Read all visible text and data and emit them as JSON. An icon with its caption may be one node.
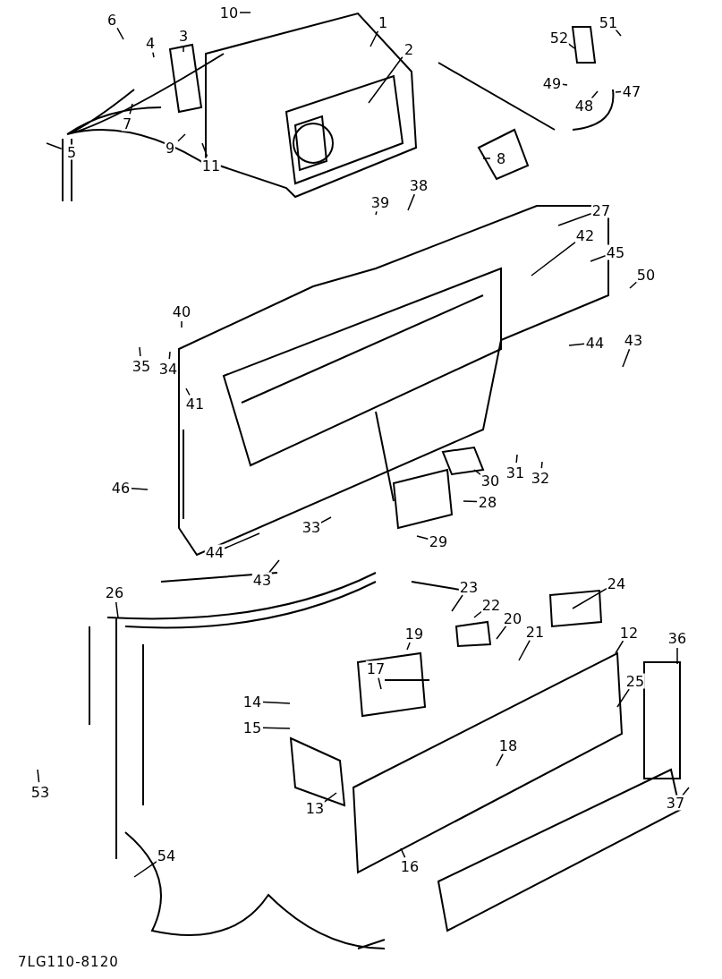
{
  "diagram": {
    "nodes": [
      {
        "text": [
          "10"
        ]
      },
      {
        "text": [
          "6"
        ]
      },
      {
        "text": [
          "51"
        ]
      },
      {
        "text": [
          "1"
        ]
      },
      {
        "text": [
          "3"
        ]
      },
      {
        "text": [
          "52"
        ]
      },
      {
        "text": [
          "4"
        ]
      },
      {
        "text": [
          "2"
        ]
      },
      {
        "text": [
          "49"
        ]
      },
      {
        "text": [
          "47"
        ]
      },
      {
        "text": [
          "48"
        ]
      },
      {
        "text": [
          "7"
        ]
      },
      {
        "text": [
          "5"
        ]
      },
      {
        "text": [
          "8"
        ]
      },
      {
        "text": [
          "9"
        ]
      },
      {
        "text": [
          "11"
        ]
      },
      {
        "text": [
          "38"
        ]
      },
      {
        "text": [
          "39"
        ]
      },
      {
        "text": [
          "27"
        ]
      },
      {
        "text": [
          "42"
        ]
      },
      {
        "text": [
          "45"
        ]
      },
      {
        "text": [
          "50"
        ]
      },
      {
        "text": [
          "40"
        ]
      },
      {
        "text": [
          "44"
        ]
      },
      {
        "text": [
          "43"
        ]
      },
      {
        "text": [
          "35"
        ]
      },
      {
        "text": [
          "34"
        ]
      },
      {
        "text": [
          "41"
        ]
      },
      {
        "text": [
          "31"
        ]
      },
      {
        "text": [
          "32"
        ]
      },
      {
        "text": [
          "30"
        ]
      },
      {
        "text": [
          "46"
        ]
      },
      {
        "text": [
          "28"
        ]
      },
      {
        "text": [
          "33"
        ]
      },
      {
        "text": [
          "29"
        ]
      },
      {
        "text": [
          "44"
        ]
      },
      {
        "text": [
          "43"
        ]
      },
      {
        "text": [
          "23"
        ]
      },
      {
        "text": [
          "26"
        ]
      },
      {
        "text": [
          "24"
        ]
      },
      {
        "text": [
          "22"
        ]
      },
      {
        "text": [
          "20"
        ]
      },
      {
        "text": [
          "21"
        ]
      },
      {
        "text": [
          "12"
        ]
      },
      {
        "text": [
          "36"
        ]
      },
      {
        "text": [
          "19"
        ]
      },
      {
        "text": [
          "17"
        ]
      },
      {
        "text": [
          "25"
        ]
      },
      {
        "text": [
          "14"
        ]
      },
      {
        "text": [
          "15"
        ]
      },
      {
        "text": [
          "18"
        ]
      },
      {
        "text": [
          "53"
        ]
      },
      {
        "text": [
          "37"
        ]
      },
      {
        "text": [
          "13"
        ]
      },
      {
        "text": [
          "54"
        ]
      },
      {
        "text": [
          "16"
        ]
      }
    ],
    "edges": [
      {
        "from": 0,
        "to": null,
        "arrow": "none"
      },
      {
        "from": 1,
        "to": null,
        "arrow": "none"
      },
      {
        "from": 2,
        "to": null,
        "arrow": "none"
      },
      {
        "from": 3,
        "to": null,
        "arrow": "none"
      },
      {
        "from": 4,
        "to": null,
        "arrow": "none"
      },
      {
        "from": 5,
        "to": null,
        "arrow": "none"
      },
      {
        "from": 6,
        "to": null,
        "arrow": "none"
      },
      {
        "from": 7,
        "to": null,
        "arrow": "none"
      },
      {
        "from": 8,
        "to": null,
        "arrow": "none"
      },
      {
        "from": 9,
        "to": null,
        "arrow": "none"
      },
      {
        "from": 10,
        "to": null,
        "arrow": "none"
      },
      {
        "from": 11,
        "to": null,
        "arrow": "none"
      },
      {
        "from": 12,
        "to": null,
        "arrow": "none"
      },
      {
        "from": 13,
        "to": null,
        "arrow": "none"
      },
      {
        "from": 14,
        "to": null,
        "arrow": "none"
      },
      {
        "from": 15,
        "to": null,
        "arrow": "none"
      },
      {
        "from": 16,
        "to": null,
        "arrow": "none"
      },
      {
        "from": 17,
        "to": null,
        "arrow": "none"
      },
      {
        "from": 18,
        "to": null,
        "arrow": "none"
      },
      {
        "from": 19,
        "to": null,
        "arrow": "none"
      },
      {
        "from": 20,
        "to": null,
        "arrow": "none"
      },
      {
        "from": 21,
        "to": null,
        "arrow": "none"
      },
      {
        "from": 22,
        "to": null,
        "arrow": "none"
      },
      {
        "from": 23,
        "to": null,
        "arrow": "none"
      },
      {
        "from": 24,
        "to": null,
        "arrow": "none"
      },
      {
        "from": 25,
        "to": null,
        "arrow": "none"
      },
      {
        "from": 26,
        "to": null,
        "arrow": "none"
      },
      {
        "from": 27,
        "to": null,
        "arrow": "none"
      },
      {
        "from": 28,
        "to": null,
        "arrow": "none"
      },
      {
        "from": 29,
        "to": null,
        "arrow": "none"
      },
      {
        "from": 30,
        "to": null,
        "arrow": "none"
      },
      {
        "from": 31,
        "to": null,
        "arrow": "none"
      },
      {
        "from": 32,
        "to": null,
        "arrow": "none"
      },
      {
        "from": 33,
        "to": null,
        "arrow": "none"
      },
      {
        "from": 34,
        "to": null,
        "arrow": "none"
      },
      {
        "from": 35,
        "to": null,
        "arrow": "none"
      },
      {
        "from": 36,
        "to": null,
        "arrow": "none"
      },
      {
        "from": 37,
        "to": null,
        "arrow": "none"
      },
      {
        "from": 38,
        "to": null,
        "arrow": "none"
      },
      {
        "from": 39,
        "to": null,
        "arrow": "none"
      },
      {
        "from": 40,
        "to": null,
        "arrow": "none"
      },
      {
        "from": 41,
        "to": null,
        "arrow": "none"
      },
      {
        "from": 42,
        "to": null,
        "arrow": "none"
      },
      {
        "from": 43,
        "to": null,
        "arrow": "none"
      },
      {
        "from": 44,
        "to": null,
        "arrow": "none"
      },
      {
        "from": 45,
        "to": null,
        "arrow": "none"
      },
      {
        "from": 46,
        "to": null,
        "arrow": "none"
      },
      {
        "from": 47,
        "to": null,
        "arrow": "none"
      },
      {
        "from": 48,
        "to": null,
        "arrow": "none"
      },
      {
        "from": 49,
        "to": null,
        "arrow": "none"
      },
      {
        "from": 50,
        "to": null,
        "arrow": "none"
      },
      {
        "from": 51,
        "to": null,
        "arrow": "none"
      },
      {
        "from": 52,
        "to": null,
        "arrow": "none"
      },
      {
        "from": 53,
        "to": null,
        "arrow": "none"
      },
      {
        "from": 54,
        "to": null,
        "arrow": "none"
      },
      {
        "from": 55,
        "to": null,
        "arrow": "none"
      }
    ],
    "labels": [
      "7LG110-8120"
    ]
  }
}
